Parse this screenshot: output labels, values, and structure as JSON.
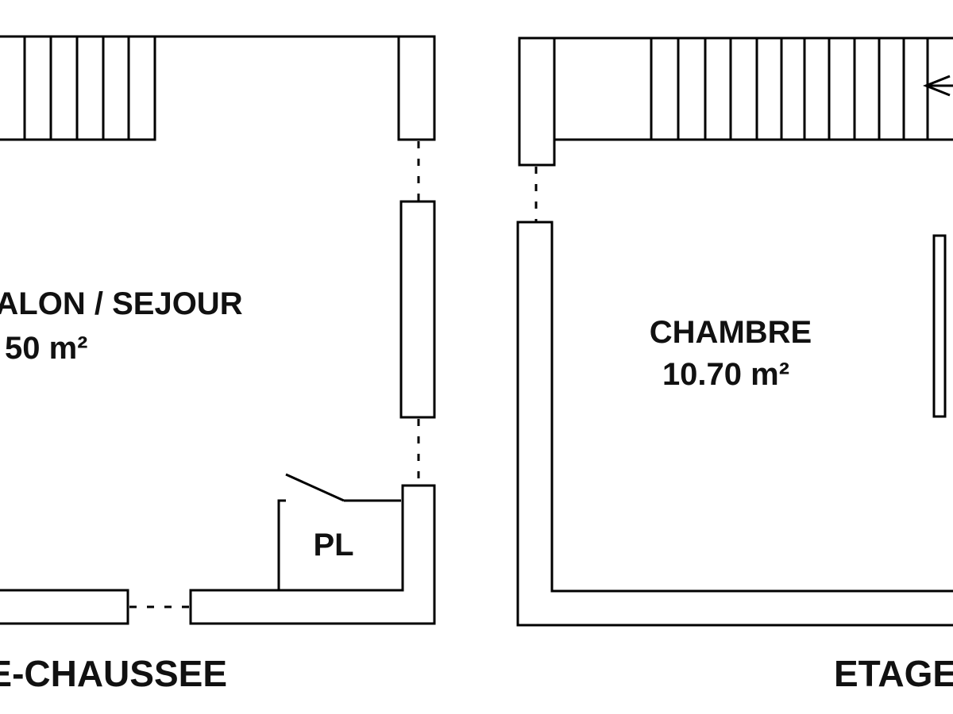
{
  "ground_floor": {
    "title": "DE-CHAUSSEE",
    "living_room": {
      "name": "ALON / SEJOUR",
      "area": "50 m²"
    },
    "closet": {
      "name": "PL"
    }
  },
  "upper_floor": {
    "title": "ETAGE",
    "bedroom": {
      "name": "CHAMBRE",
      "area": "10.70 m²"
    }
  },
  "stairs": {
    "direction_icon": "arrow-left-icon"
  },
  "colors": {
    "line": "#000000",
    "background": "#ffffff"
  }
}
